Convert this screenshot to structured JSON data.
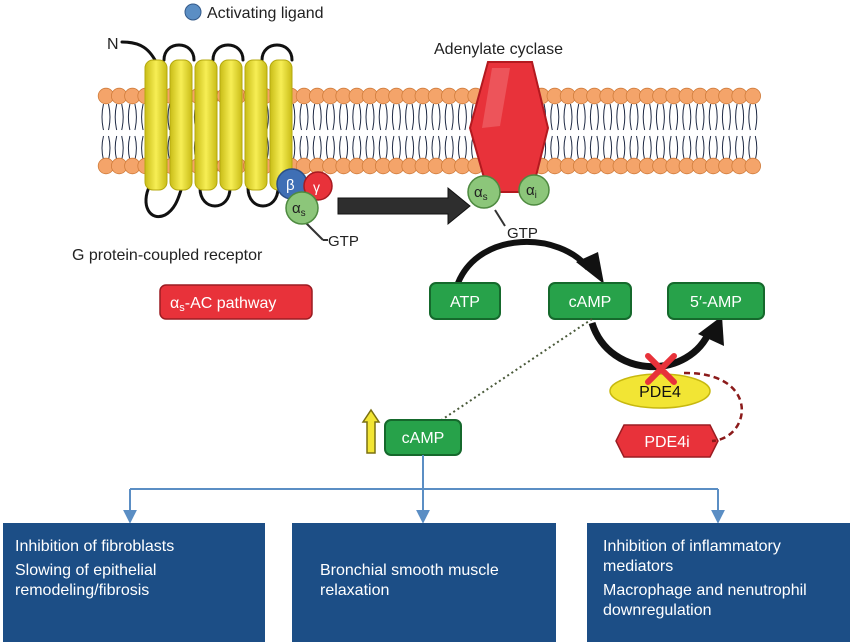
{
  "labels": {
    "ligand": "Activating ligand",
    "n_terminus": "N",
    "receptor": "G protein-coupled receptor",
    "adenylate_cyclase": "Adenylate cyclase",
    "gtp_left": "GTP",
    "gtp_right": "GTP",
    "beta": "β",
    "gamma": "γ",
    "alpha": "α",
    "alpha_sub_s": "s",
    "alpha_sub_i": "i",
    "pathway_alpha": "α",
    "pathway_sub": "s",
    "pathway_rest": "-AC pathway"
  },
  "nodes": {
    "atp": "ATP",
    "camp": "cAMP",
    "amp": "5′-AMP",
    "pde4": "PDE4",
    "pde4i": "PDE4i",
    "camp_up": "cAMP"
  },
  "outcomes": [
    {
      "lines": [
        "Inhibition of fibroblasts",
        "Slowing of epithelial remodeling/fibrosis"
      ]
    },
    {
      "lines": [
        "Bronchial smooth muscle relaxation"
      ]
    },
    {
      "lines": [
        "Inhibition of inflammatory mediators",
        "Macrophage and nenutrophil downregulation"
      ]
    }
  ],
  "colors": {
    "lipid_head": "#f4a46a",
    "receptor": "#f2e534",
    "cyclase": "#e8323a",
    "green_node": "#27a24a",
    "red_node": "#e8323a",
    "pde4": "#f2e534",
    "outcome_box": "#1c4e86",
    "connector": "#5b8ec4"
  }
}
